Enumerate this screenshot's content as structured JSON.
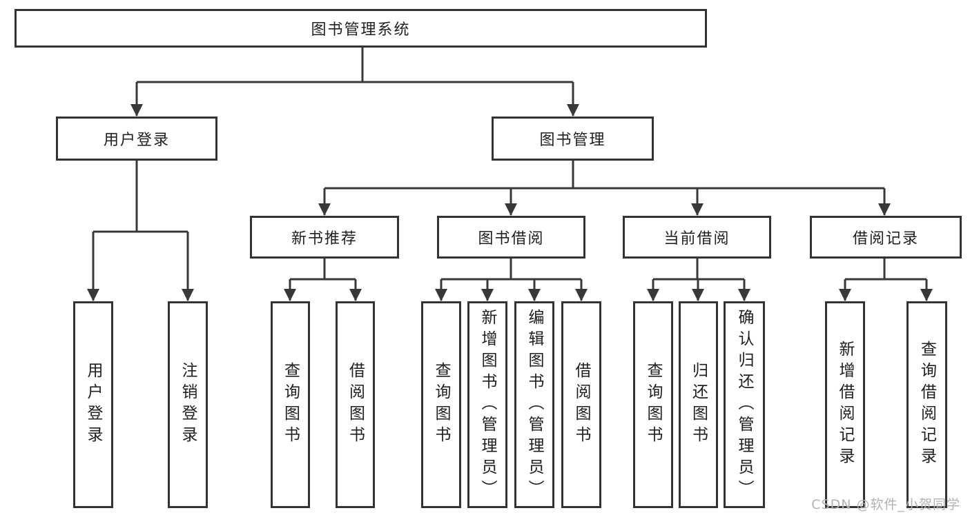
{
  "diagram": {
    "type": "hierarchy-tree",
    "colors": {
      "background": "#ffffff",
      "line": "#383838",
      "box_border": "#333333",
      "text": "#1f1f1f",
      "watermark": "#b2b2b6"
    },
    "nodes": {
      "root": "图书管理系统",
      "user_login": "用户登录",
      "book_mgmt": "图书管理",
      "new_book_rec": "新书推荐",
      "book_borrow": "图书借阅",
      "current_borrow": "当前借阅",
      "borrow_record": "借阅记录",
      "leaf_user_login": "用户登录",
      "leaf_logout": "注销登录",
      "rec_query_books": "查询图书",
      "rec_borrow_books": "借阅图书",
      "bb_query_books": "查询图书",
      "bb_add_books": "新增图书（管理员）",
      "bb_edit_books": "编辑图书（管理员）",
      "bb_borrow_books": "借阅图书",
      "cb_query_books": "查询图书",
      "cb_return_books": "归还图书",
      "cb_confirm_return": "确认归还（管理员）",
      "br_add_record": "新增借阅记录",
      "br_query_record": "查询借阅记录"
    },
    "edges": [
      {
        "from": "root",
        "to": [
          "user_login",
          "book_mgmt"
        ]
      },
      {
        "from": "user_login",
        "to": [
          "leaf_user_login",
          "leaf_logout"
        ]
      },
      {
        "from": "book_mgmt",
        "to": [
          "new_book_rec",
          "book_borrow",
          "current_borrow",
          "borrow_record"
        ]
      },
      {
        "from": "new_book_rec",
        "to": [
          "rec_query_books",
          "rec_borrow_books"
        ]
      },
      {
        "from": "book_borrow",
        "to": [
          "bb_query_books",
          "bb_add_books",
          "bb_edit_books",
          "bb_borrow_books"
        ]
      },
      {
        "from": "current_borrow",
        "to": [
          "cb_query_books",
          "cb_return_books",
          "cb_confirm_return"
        ]
      },
      {
        "from": "borrow_record",
        "to": [
          "br_add_record",
          "br_query_record"
        ]
      }
    ],
    "watermark": "CSDN @软件_小贺同学"
  }
}
